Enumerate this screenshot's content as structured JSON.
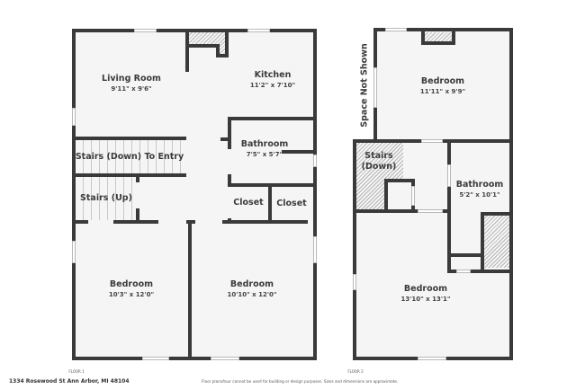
{
  "floors": [
    {
      "label": "FLOOR 1",
      "rooms": [
        {
          "name": "Living Room",
          "dims": "9'11\" x 9'6\""
        },
        {
          "name": "Kitchen",
          "dims": "11'2\" x 7'10\""
        },
        {
          "name": "Bathroom",
          "dims": "7'5\" x 5'7\""
        },
        {
          "name": "Stairs (Down) To Entry",
          "dims": ""
        },
        {
          "name": "Stairs (Up)",
          "dims": ""
        },
        {
          "name": "Closet",
          "dims": ""
        },
        {
          "name": "Closet",
          "dims": ""
        },
        {
          "name": "Bedroom",
          "dims": "10'3\" x 12'0\""
        },
        {
          "name": "Bedroom",
          "dims": "10'10\" x 12'0\""
        }
      ]
    },
    {
      "label": "FLOOR 2",
      "note": "Space Not Shown",
      "rooms": [
        {
          "name": "Bedroom",
          "dims": "11'11\" x 9'9\""
        },
        {
          "name": "Stairs (Down)",
          "name_line1": "Stairs",
          "name_line2": "(Down)",
          "dims": ""
        },
        {
          "name": "Bathroom",
          "dims": "5'2\" x 10'1\""
        },
        {
          "name": "Bedroom",
          "dims": "13'10\" x 13'1\""
        }
      ]
    }
  ],
  "footer": {
    "address": "1334 Rosewood St Ann Arbor, MI 48104",
    "disclaimer": "Floor plans/tour cannot be used for building or design purposes. Sizes and dimensions are approximate."
  },
  "colors": {
    "wall": "#3a3a3a",
    "floor": "#f5f5f5",
    "background": "#ffffff"
  }
}
